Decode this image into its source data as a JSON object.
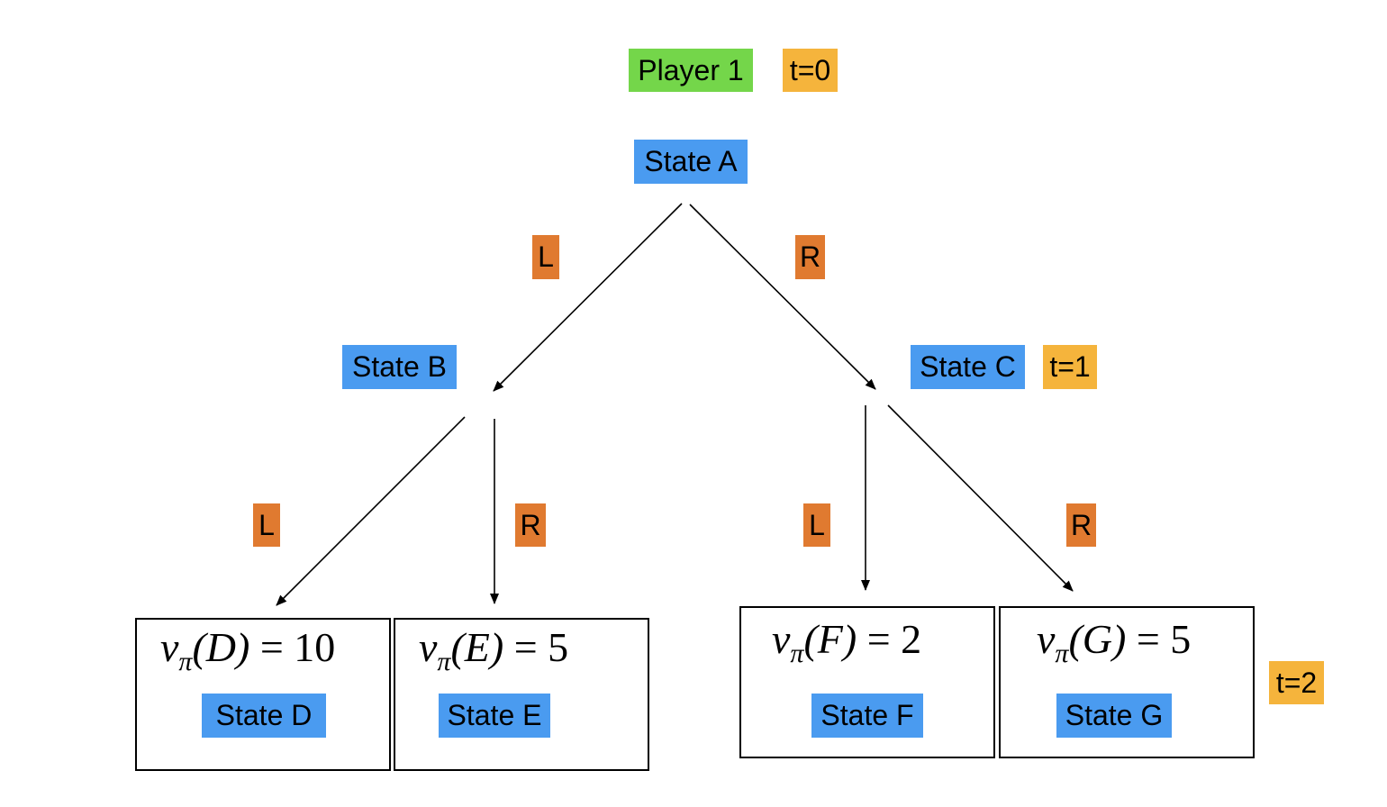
{
  "header": {
    "player": "Player 1",
    "t0": "t=0"
  },
  "states": {
    "a": "State A",
    "b": "State B",
    "c": "State C",
    "d": "State D",
    "e": "State E",
    "f": "State F",
    "g": "State G"
  },
  "time_labels": {
    "t1": "t=1",
    "t2": "t=2"
  },
  "actions": {
    "a_left": "L",
    "a_right": "R",
    "b_left": "L",
    "b_right": "R",
    "c_left": "L",
    "c_right": "R"
  },
  "values": {
    "d": {
      "func": "v",
      "sub": "π",
      "arg": "(D)",
      "eq": " = 10"
    },
    "e": {
      "func": "v",
      "sub": "π",
      "arg": "(E)",
      "eq": " = 5"
    },
    "f": {
      "func": "v",
      "sub": "π",
      "arg": "(F)",
      "eq": " = 2"
    },
    "g": {
      "func": "v",
      "sub": "π",
      "arg": "(G)",
      "eq": " = 5"
    }
  },
  "colors": {
    "state": "#4a9bf0",
    "player": "#74d64a",
    "time": "#f5b43c",
    "action": "#e07a30"
  }
}
